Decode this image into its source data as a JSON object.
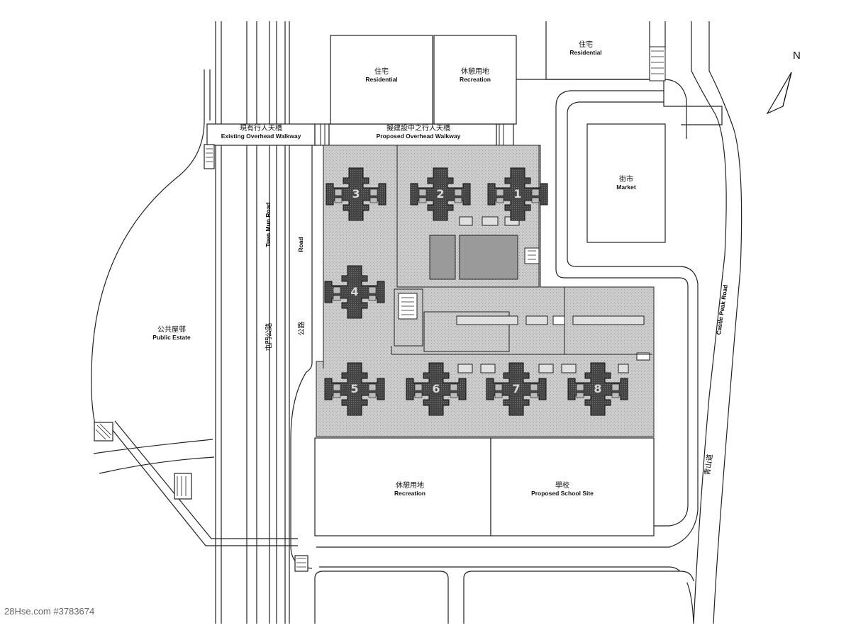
{
  "labels": {
    "residential_top_zh": "住宅",
    "residential_top_en": "Residential",
    "residential_left_zh": "住宅",
    "residential_left_en": "Residential",
    "recreation_top_zh": "休憩用地",
    "recreation_top_en": "Recreation",
    "existing_walkway_zh": "現有行人天橋",
    "existing_walkway_en": "Existing Overhead Walkway",
    "proposed_walkway_zh": "擬建設中之行人天橋",
    "proposed_walkway_en": "Proposed Overhead Walkway",
    "market_zh": "街市",
    "market_en": "Market",
    "public_estate_zh": "公共屋邨",
    "public_estate_en": "Public Estate",
    "recreation_bottom_zh": "休憩用地",
    "recreation_bottom_en": "Recreation",
    "school_zh": "學校",
    "school_en": "Proposed School Site",
    "tuen_mun_road_en": "Tuen Mun Road",
    "tuen_mun_road_zh": "屯門公路",
    "road_en": "Road",
    "road_zh": "公路",
    "castle_peak_road_en": "Castle Peak Road",
    "castle_peak_road_zh": "青山道"
  },
  "blocks": [
    "1",
    "2",
    "3",
    "4",
    "5",
    "6",
    "7",
    "8"
  ],
  "north": "N",
  "credit": "28Hse.com #3783674",
  "colors": {
    "site_fill": "#cdcdcd",
    "podium_fill": "#bdbdbd",
    "tower_fill": "#4a4a4a",
    "line": "#222222"
  }
}
